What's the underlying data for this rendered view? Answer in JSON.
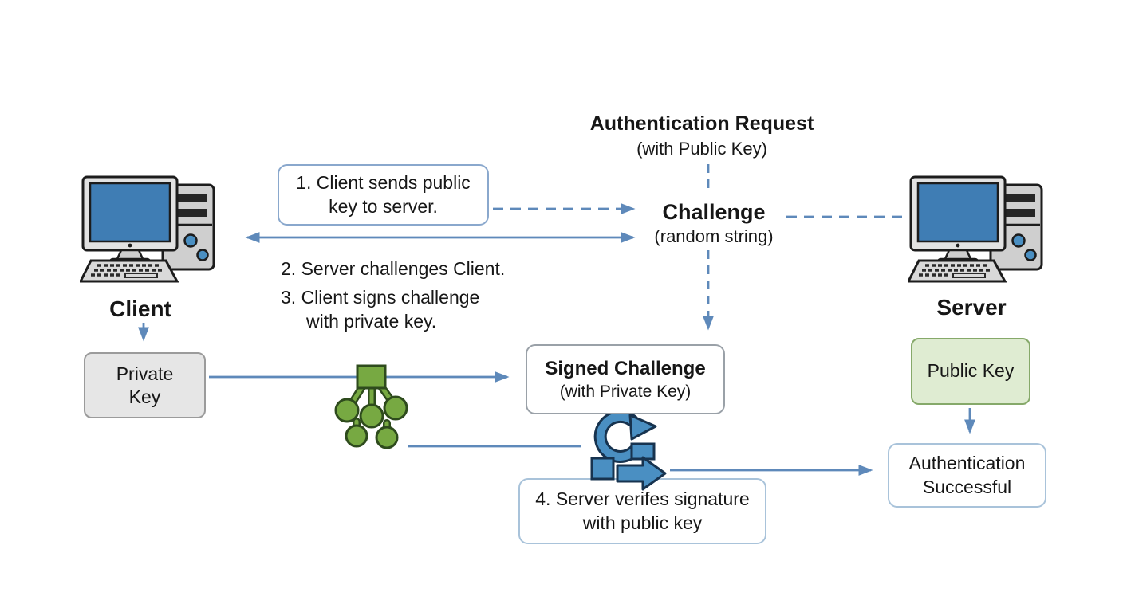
{
  "header": {
    "title": "Authentication Request",
    "subtitle": "(with Public Key)"
  },
  "challenge": {
    "title": "Challenge",
    "subtitle": "(random string)"
  },
  "steps": {
    "step1": {
      "line1": "1. Client sends public",
      "line2": "key to server."
    },
    "step2": "2. Server challenges Client.",
    "step3": {
      "line1": "3. Client signs challenge",
      "line2": "with private key."
    },
    "step4": {
      "line1": "4. Server verifes signature",
      "line2": "with public key"
    }
  },
  "nodes": {
    "client_label": "Client",
    "server_label": "Server",
    "private_key": {
      "line1": "Private",
      "line2": "Key"
    },
    "public_key": "Public Key",
    "signed_challenge": {
      "title": "Signed Challenge",
      "subtitle": "(with Private Key)"
    },
    "auth_success": {
      "line1": "Authentication",
      "line2": "Successful"
    }
  },
  "icons": {
    "client": "client-computer-icon",
    "server": "server-computer-icon",
    "keys": "key-cluster-icon",
    "verify": "verify-signature-icon"
  },
  "colors": {
    "arrow_blue": "#5e89ba",
    "outline_dark": "#1c1c1c",
    "screen_blue": "#3f7db4",
    "icon_blue": "#4a8fc2",
    "icon_green": "#77a942",
    "private_key_fill": "#e6e6e6",
    "public_key_fill": "#dfecd2",
    "text": "#161616"
  }
}
